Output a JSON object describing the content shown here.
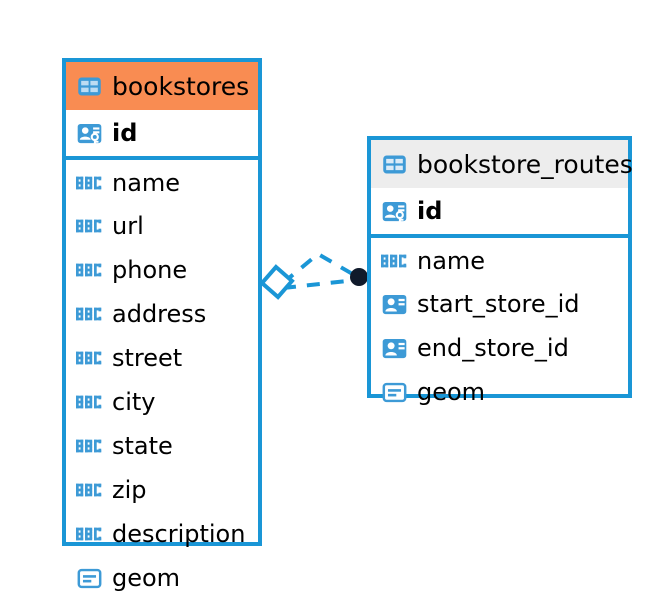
{
  "diagram": {
    "type": "entity-relationship-diagram",
    "background_color": "#ffffff",
    "accent_color": "#1a96d6",
    "highlight_color": "#f98c52",
    "neutral_header_color": "#ededed",
    "connector_endpoint_color": "#101a2b"
  },
  "entities": [
    {
      "name": "bookstores",
      "header_style": "accent",
      "table_icon": "table-icon",
      "fields": [
        {
          "name": "id",
          "icon": "primary-key-icon",
          "is_key": true
        },
        {
          "name": "name",
          "icon": "abc-text-icon",
          "is_key": false
        },
        {
          "name": "url",
          "icon": "abc-text-icon",
          "is_key": false
        },
        {
          "name": "phone",
          "icon": "abc-text-icon",
          "is_key": false
        },
        {
          "name": "address",
          "icon": "abc-text-icon",
          "is_key": false
        },
        {
          "name": "street",
          "icon": "abc-text-icon",
          "is_key": false
        },
        {
          "name": "city",
          "icon": "abc-text-icon",
          "is_key": false
        },
        {
          "name": "state",
          "icon": "abc-text-icon",
          "is_key": false
        },
        {
          "name": "zip",
          "icon": "abc-text-icon",
          "is_key": false
        },
        {
          "name": "description",
          "icon": "abc-text-icon",
          "is_key": false
        },
        {
          "name": "geom",
          "icon": "geometry-icon",
          "is_key": false
        }
      ]
    },
    {
      "name": "bookstore_routes",
      "header_style": "neutral",
      "table_icon": "table-icon",
      "fields": [
        {
          "name": "id",
          "icon": "primary-key-icon",
          "is_key": true
        },
        {
          "name": "name",
          "icon": "abc-text-icon",
          "is_key": false
        },
        {
          "name": "start_store_id",
          "icon": "foreign-key-icon",
          "is_key": false
        },
        {
          "name": "end_store_id",
          "icon": "foreign-key-icon",
          "is_key": false
        },
        {
          "name": "geom",
          "icon": "geometry-icon",
          "is_key": false
        }
      ]
    }
  ],
  "relationship": {
    "style": "dashed",
    "color": "#1a96d6",
    "source_marker": "diamond-marker",
    "target_marker": "filled-circle-marker",
    "from_entity": "bookstores",
    "to_entity": "bookstore_routes",
    "branch_count": 2
  }
}
